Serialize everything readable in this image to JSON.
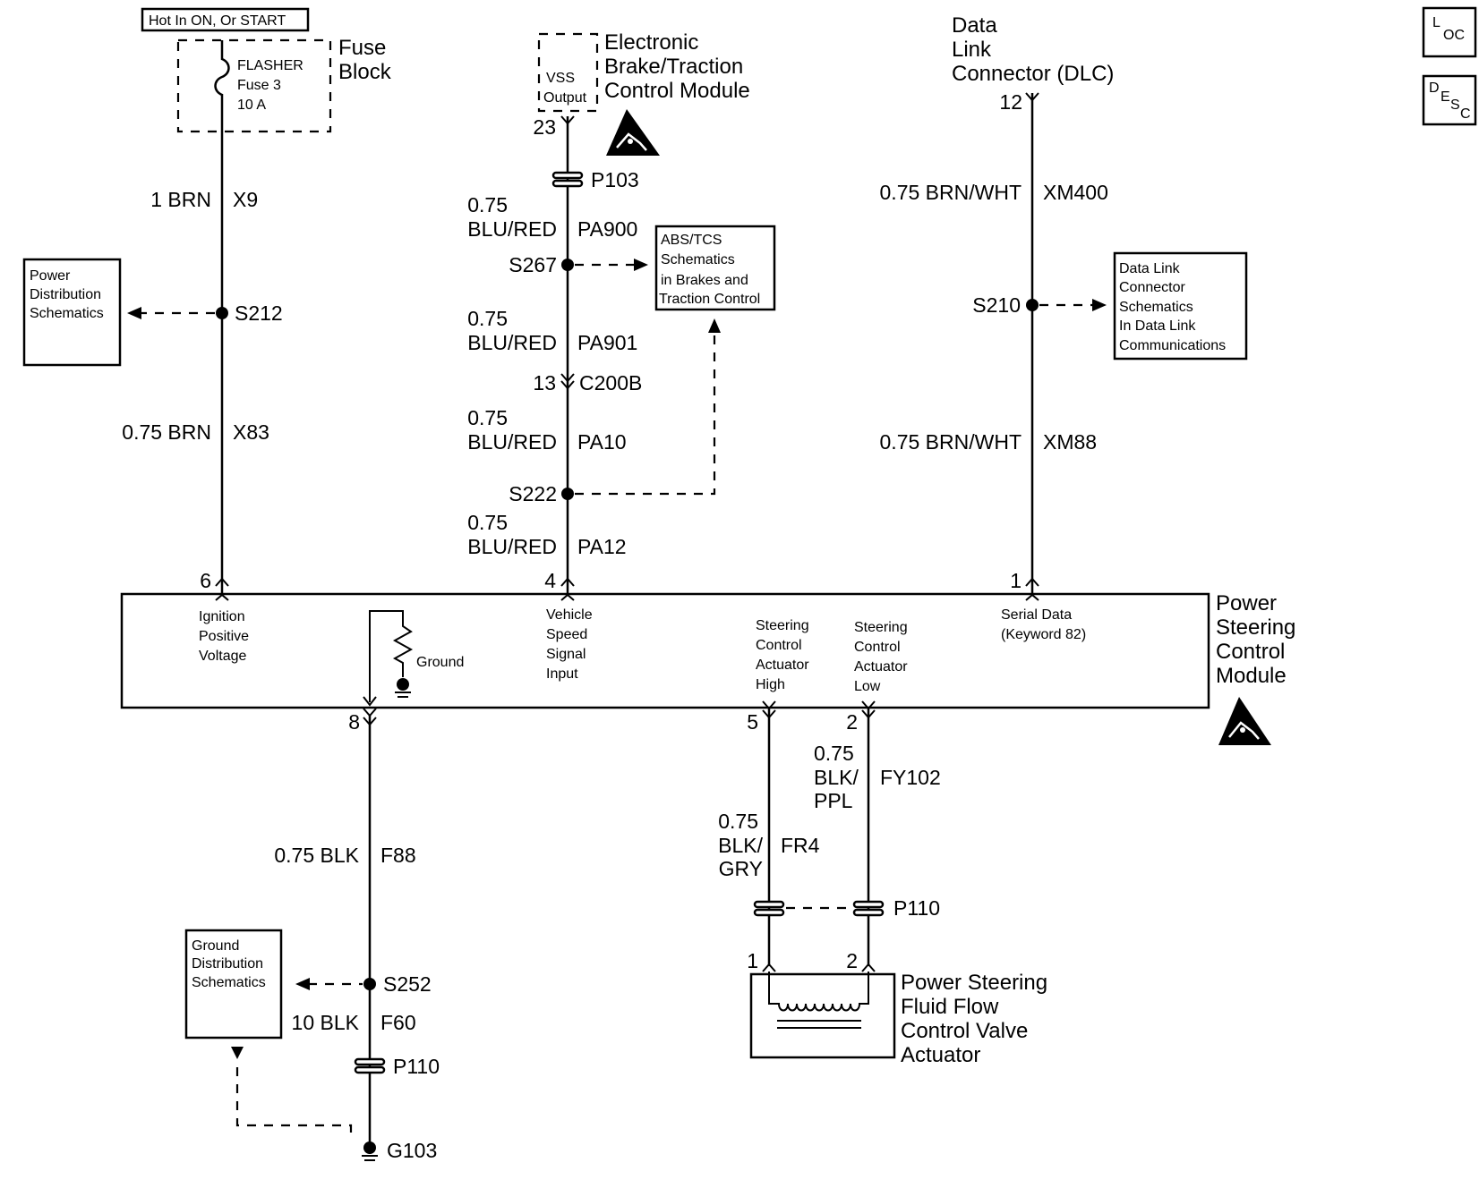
{
  "fuse": {
    "hot_label": "Hot In ON, Or START",
    "block_label_1": "Fuse",
    "block_label_2": "Block",
    "name_1": "FLASHER",
    "name_2": "Fuse 3",
    "name_3": "10 A"
  },
  "ebtcm": {
    "title_1": "Electronic",
    "title_2": "Brake/Traction",
    "title_3": "Control Module",
    "vss_1": "VSS",
    "vss_2": "Output",
    "pin": "23"
  },
  "dlc": {
    "title_1": "Data",
    "title_2": "Link",
    "title_3": "Connector (DLC)",
    "pin": "12"
  },
  "icons": {
    "loc_main": "L",
    "loc_sub": "OC",
    "desc_main": "D",
    "desc_sub_1": "E",
    "desc_sub_2": "S",
    "desc_sub_3": "C"
  },
  "wires": {
    "x9_size": "1 BRN",
    "x9_circuit": "X9",
    "x83_size": "0.75 BRN",
    "x83_circuit": "X83",
    "pa900_size": "0.75",
    "pa900_color": "BLU/RED",
    "pa900_circuit": "PA900",
    "pa901_size": "0.75",
    "pa901_color": "BLU/RED",
    "pa901_circuit": "PA901",
    "pa10_size": "0.75",
    "pa10_color": "BLU/RED",
    "pa10_circuit": "PA10",
    "pa12_size": "0.75",
    "pa12_color": "BLU/RED",
    "pa12_circuit": "PA12",
    "xm400_size": "0.75 BRN/WHT",
    "xm400_circuit": "XM400",
    "xm88_size": "0.75 BRN/WHT",
    "xm88_circuit": "XM88",
    "f88_size": "0.75 BLK",
    "f88_circuit": "F88",
    "f60_size": "10 BLK",
    "f60_circuit": "F60",
    "fr4_size": "0.75",
    "fr4_color_1": "BLK/",
    "fr4_color_2": "GRY",
    "fr4_circuit": "FR4",
    "fy102_size": "0.75",
    "fy102_color_1": "BLK/",
    "fy102_color_2": "PPL",
    "fy102_circuit": "FY102"
  },
  "connectors": {
    "p103": "P103",
    "c200b": "C200B",
    "c200b_pin": "13",
    "p110_top": "P110",
    "p110_bottom": "P110",
    "g103": "G103"
  },
  "splices": {
    "s212": "S212",
    "s267": "S267",
    "s222": "S222",
    "s210": "S210",
    "s252": "S252"
  },
  "refboxes": {
    "power_dist": [
      "Power",
      "Distribution",
      "Schematics"
    ],
    "abs_tcs": [
      "ABS/TCS",
      "Schematics",
      "in  Brakes and",
      "Traction Control"
    ],
    "dlc_schem": [
      "Data Link",
      "Connector",
      "Schematics",
      "In Data Link",
      "Communications"
    ],
    "ground_dist": [
      "Ground",
      "Distribution",
      "Schematics"
    ]
  },
  "pscm": {
    "title": [
      "Power",
      "Steering",
      "Control",
      "Module"
    ],
    "pin_ign": "6",
    "pin_vss": "4",
    "pin_serial": "1",
    "pin_gnd": "8",
    "pin_high": "5",
    "pin_low": "2",
    "ign_label": [
      "Ignition",
      "Positive",
      "Voltage"
    ],
    "ground_label": "Ground",
    "vss_label": [
      "Vehicle",
      "Speed",
      "Signal",
      "Input"
    ],
    "high_label": [
      "Steering",
      "Control",
      "Actuator",
      "High"
    ],
    "low_label": [
      "Steering",
      "Control",
      "Actuator",
      "Low"
    ],
    "serial_label": [
      "Serial Data",
      "(Keyword 82)"
    ]
  },
  "actuator": {
    "title": [
      "Power Steering",
      "Fluid Flow",
      "Control Valve",
      "Actuator"
    ],
    "pin_1": "1",
    "pin_2": "2"
  }
}
